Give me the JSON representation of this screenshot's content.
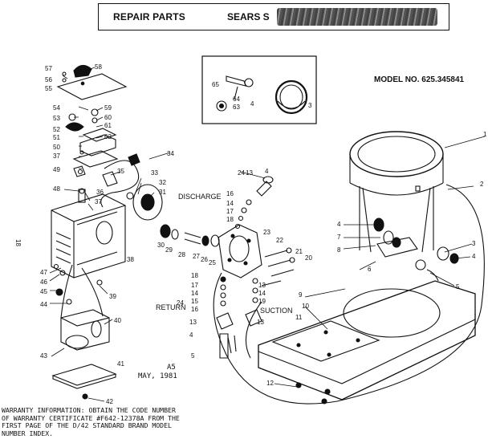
{
  "header": {
    "title_left": "REPAIR PARTS",
    "title_right": "SEARS S"
  },
  "model": "MODEL NO. 625.345841",
  "date_code": "A5",
  "date": "MAY, 1981",
  "side_number": "18",
  "labels": {
    "discharge": "DISCHARGE",
    "return": "RETURN",
    "suction": "SUCTION"
  },
  "warranty_lines": [
    "WARRANTY INFORMATION: OBTAIN THE CODE NUMBER",
    "OF WARRANTY CERTIFICATE #F642-12378A FROM THE",
    "FIRST PAGE OF THE D/42 STANDARD BRAND MODEL",
    "NUMBER INDEX."
  ],
  "part_numbers": [
    "1",
    "2",
    "3",
    "4",
    "5",
    "6",
    "7",
    "8",
    "9",
    "10",
    "11",
    "12",
    "13",
    "14",
    "15",
    "16",
    "17",
    "18",
    "19",
    "20",
    "21",
    "22",
    "23",
    "24",
    "25",
    "26",
    "27",
    "28",
    "29",
    "30",
    "31",
    "32",
    "33",
    "34",
    "35",
    "36",
    "37",
    "38",
    "39",
    "40",
    "41",
    "42",
    "43",
    "44",
    "45",
    "46",
    "47",
    "48",
    "49",
    "50",
    "51",
    "52",
    "53",
    "54",
    "55",
    "56",
    "57",
    "58",
    "59",
    "60",
    "61",
    "62",
    "63",
    "64",
    "65"
  ]
}
